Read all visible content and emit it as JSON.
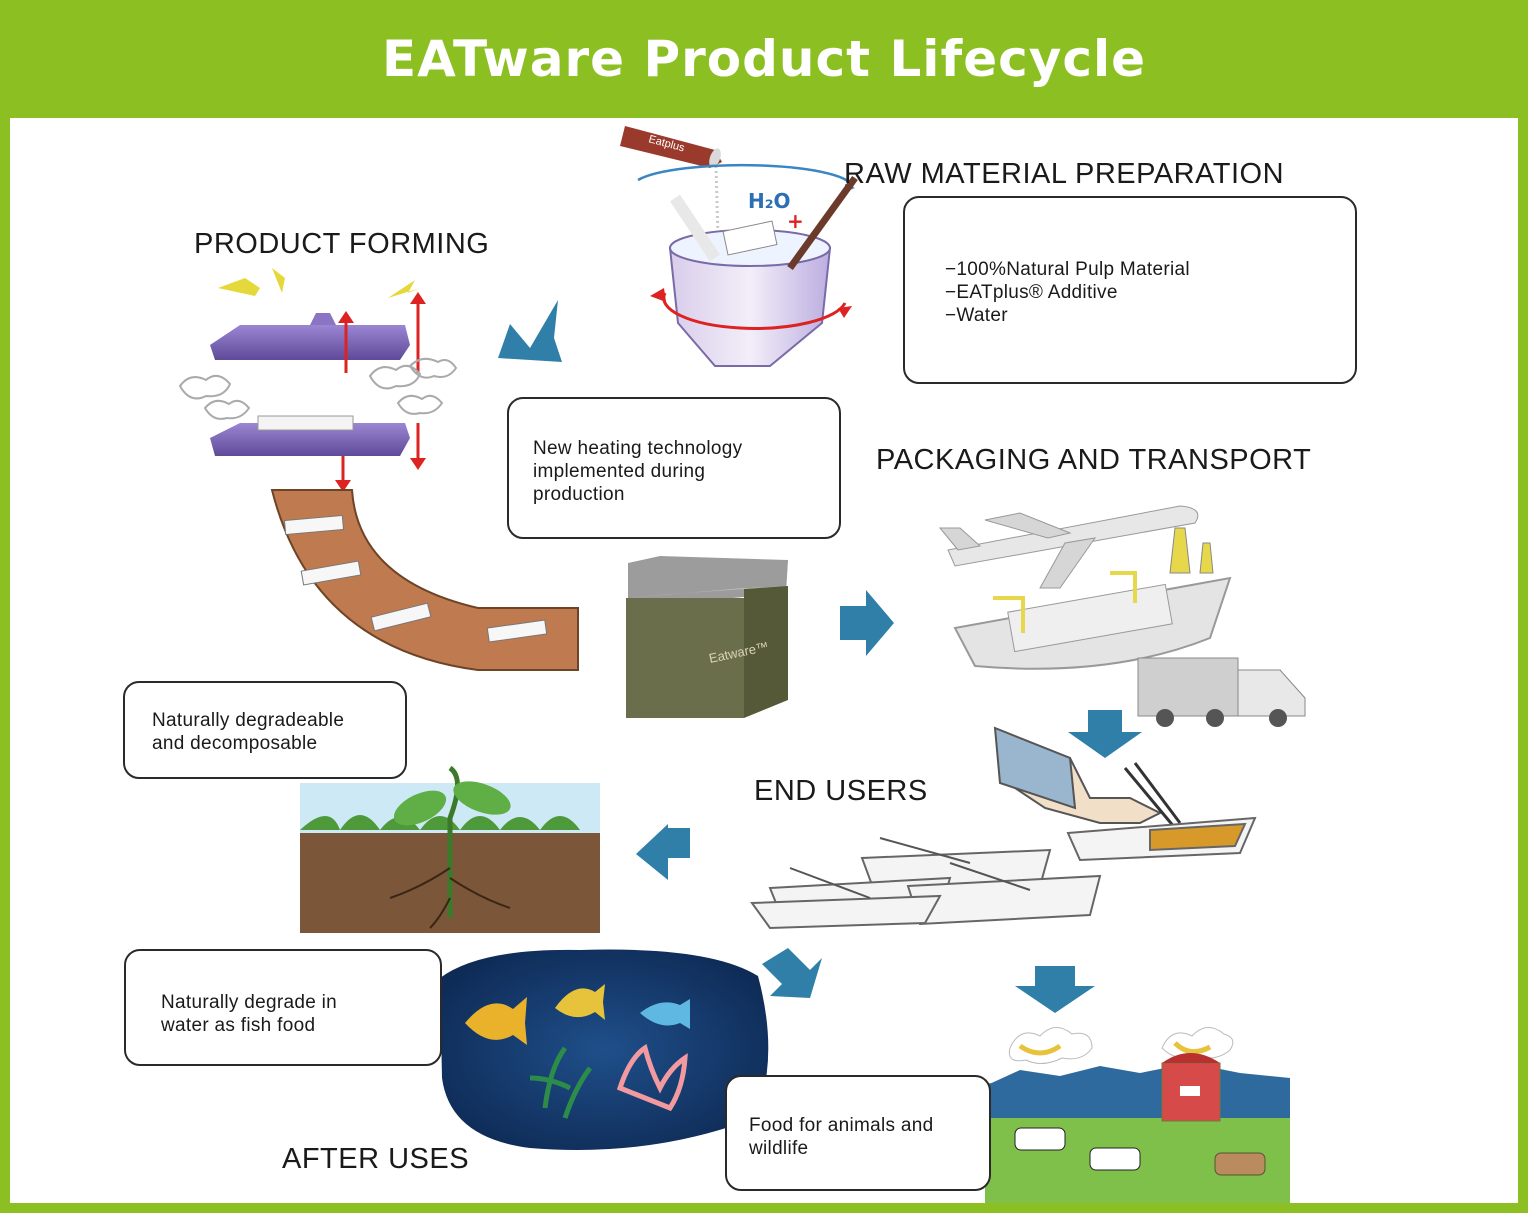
{
  "title": "EATware Product Lifecycle",
  "colors": {
    "banner_green": "#8bbf22",
    "arrow_blue": "#2f7fa8",
    "belt_brown": "#c07a4f",
    "mold_purple": "#7a62b0"
  },
  "stages": {
    "raw_material": {
      "heading": "RAW MATERIAL PREPARATION",
      "items": [
        "−100%Natural Pulp Material",
        "−EATplus® Additive",
        "−Water"
      ],
      "mixer_label": "H₂O"
    },
    "product_forming": {
      "heading": "PRODUCT FORMING"
    },
    "heating_note": {
      "lines": [
        "New heating technology",
        "implemented during",
        "production"
      ]
    },
    "packaging": {
      "heading": "PACKAGING AND TRANSPORT",
      "box_brand": "Eatware™",
      "bottle_label": "Eatplus"
    },
    "end_users": {
      "heading": "END USERS"
    },
    "after_uses": {
      "heading": "AFTER USES",
      "soil_note": [
        "Naturally degradeable",
        "and decomposable"
      ],
      "water_note": [
        "Naturally degrade in",
        "water as fish food"
      ],
      "animal_note": [
        "Food for animals and",
        "wildlife"
      ]
    }
  },
  "icons": [
    "eatplus-bottle-icon",
    "mixer-icon",
    "mold-press-icon",
    "conveyor-icon",
    "package-box-icon",
    "airplane-icon",
    "ship-icon",
    "truck-icon",
    "hand-chopsticks-icon",
    "food-trays-icon",
    "plant-soil-icon",
    "fish-reef-icon",
    "farm-landscape-icon",
    "flow-arrow-icon"
  ]
}
